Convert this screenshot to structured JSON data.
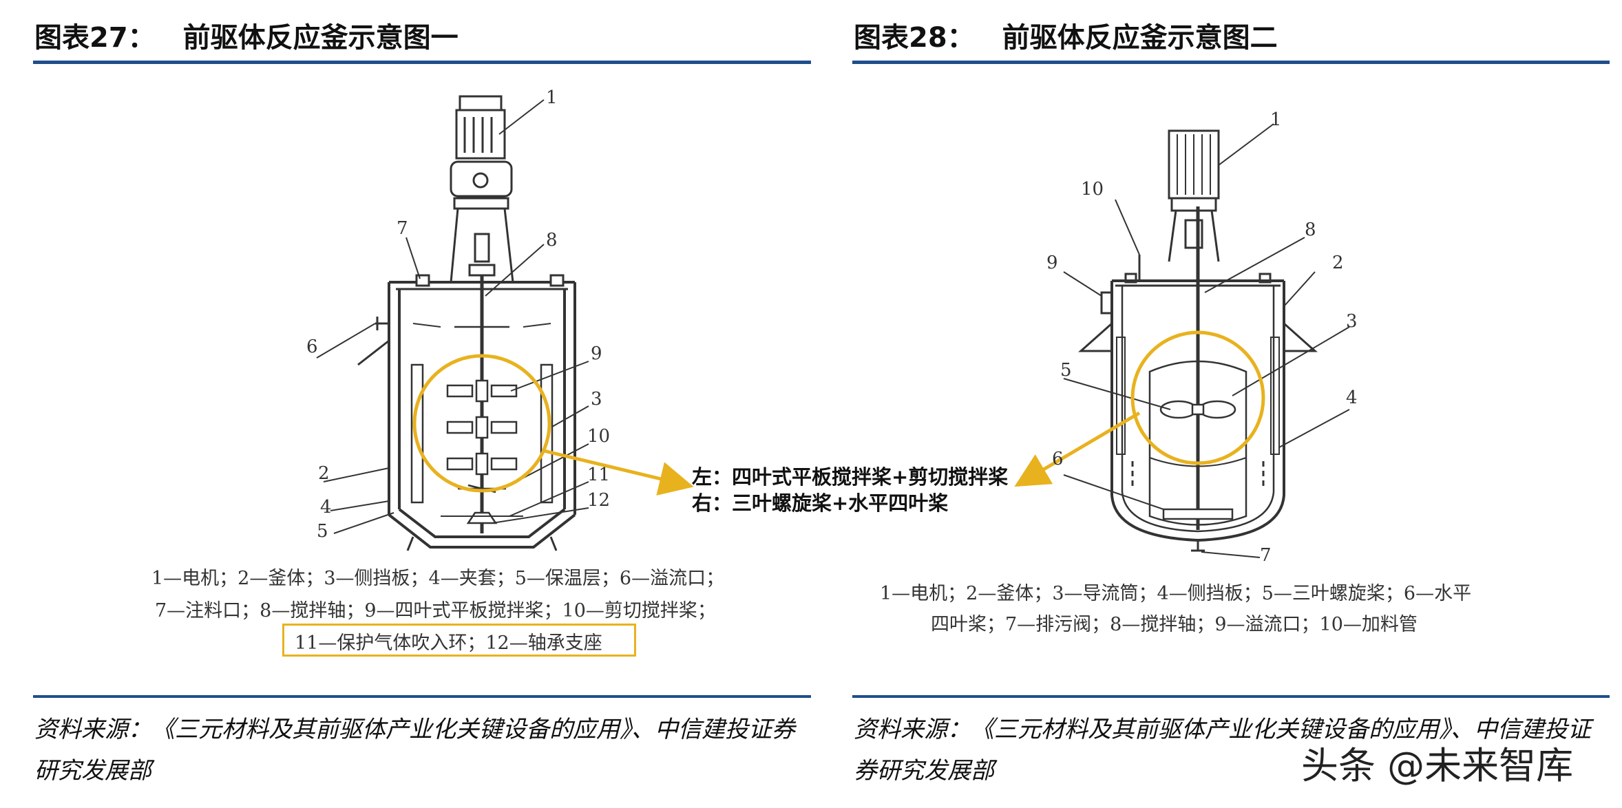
{
  "figure1": {
    "number": "图表27：",
    "title": "前驱体反应釜示意图一",
    "parts": [
      "1",
      "2",
      "3",
      "4",
      "5",
      "6",
      "7",
      "8",
      "9",
      "10",
      "11",
      "12"
    ],
    "legend": [
      "1—电机；2—釜体；3—侧挡板；4—夹套；5—保温层；6—溢流口；",
      "7—注料口；8—搅拌轴；9—四叶式平板搅拌桨；10—剪切搅拌桨；",
      "11—保护气体吹入环；12—轴承支座"
    ],
    "source": "资料来源：《三元材料及其前驱体产业化关键设备的应用》、中信建投证券研究发展部"
  },
  "figure2": {
    "number": "图表28：",
    "title": "前驱体反应釜示意图二",
    "parts": [
      "1",
      "2",
      "3",
      "4",
      "5",
      "6",
      "7",
      "8",
      "9",
      "10"
    ],
    "legend": [
      "1—电机；2—釜体；3—导流筒；4—侧挡板；5—三叶螺旋桨；6—水平",
      "四叶桨；7—排污阀；8—搅拌轴；9—溢流口；10—加料管"
    ],
    "source": "资料来源：《三元材料及其前驱体产业化关键设备的应用》、中信建投证券研究发展部"
  },
  "callout": {
    "left": "左：四叶式平板搅拌桨+剪切搅拌桨",
    "right": "右：三叶螺旋桨+水平四叶桨"
  },
  "watermark": "头条 @未来智库",
  "colors": {
    "accent_rule": "#1f4e8c",
    "highlight": "#e8b21f"
  }
}
